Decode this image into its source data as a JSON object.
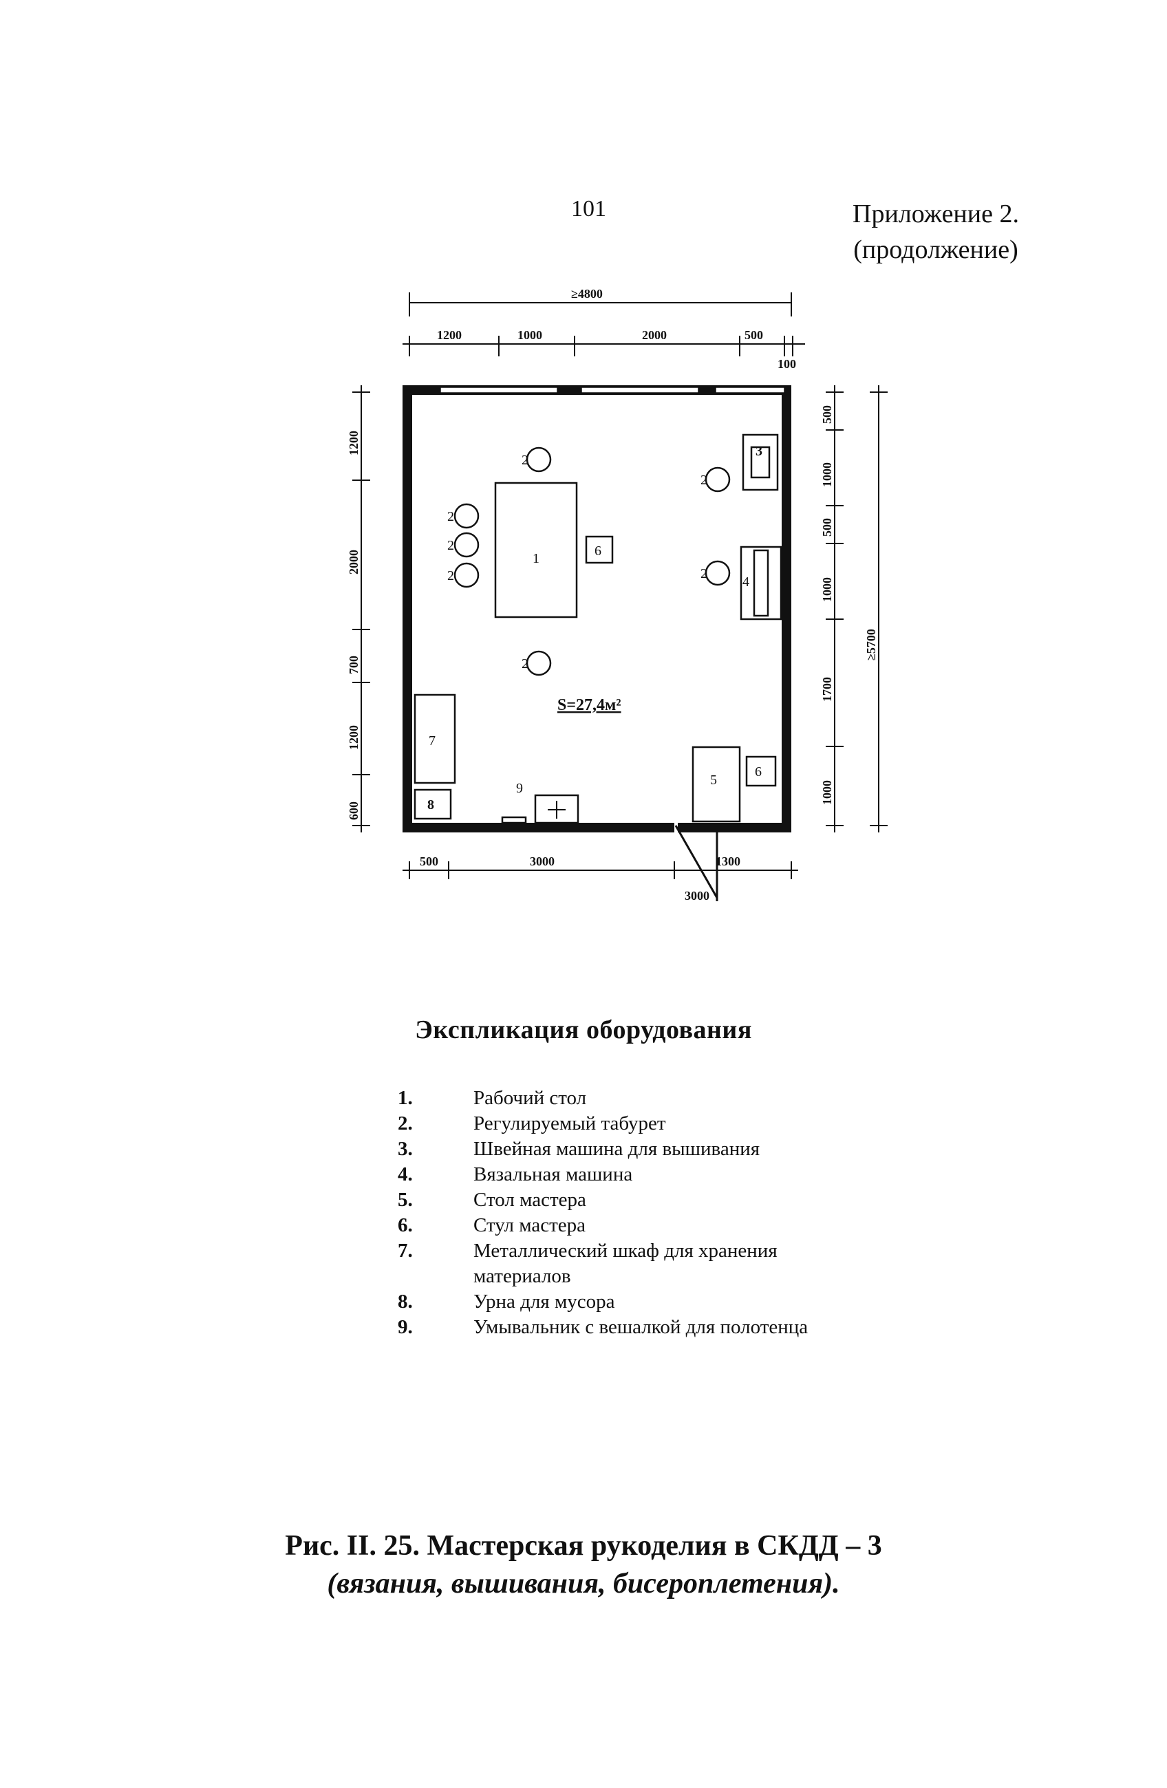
{
  "header": {
    "page_number": "101",
    "appendix_line1": "Приложение 2.",
    "appendix_line2": "(продолжение)"
  },
  "plan": {
    "dim_top_total": "≥4800",
    "dim_top": [
      "1200",
      "1000",
      "2000",
      "500",
      "100"
    ],
    "dim_left": [
      "1200",
      "2000",
      "700",
      "1200",
      "600"
    ],
    "dim_right": [
      "500",
      "1000",
      "500",
      "1000",
      "1700",
      "1000"
    ],
    "dim_right_total": "≥5700",
    "dim_bottom": [
      "500",
      "3000",
      "1300"
    ],
    "area": "S=27,4м²",
    "labels": {
      "table": "1",
      "stool": "2",
      "sewing": "3",
      "knitting": "4",
      "master_table": "5",
      "chair": "6",
      "cabinet": "7",
      "bin": "8",
      "sink": "9"
    }
  },
  "legend": {
    "title": "Экспликация оборудования",
    "items": [
      {
        "num": "1.",
        "text": "Рабочий стол"
      },
      {
        "num": "2.",
        "text": "Регулируемый табурет"
      },
      {
        "num": "3.",
        "text": "Швейная машина для вышивания"
      },
      {
        "num": "4.",
        "text": "Вязальная машина"
      },
      {
        "num": "5.",
        "text": "Стол мастера"
      },
      {
        "num": "6.",
        "text": "Стул мастера"
      },
      {
        "num": "7.",
        "text": "Металлический шкаф для хранения материалов"
      },
      {
        "num": "8.",
        "text": "Урна для мусора"
      },
      {
        "num": "9.",
        "text": "Умывальник с вешалкой для полотенца"
      }
    ]
  },
  "caption": {
    "line1": "Рис. II. 25. Мастерская рукоделия в СКДД – 3",
    "line2": "(вязания, вышивания, бисероплетения)."
  }
}
